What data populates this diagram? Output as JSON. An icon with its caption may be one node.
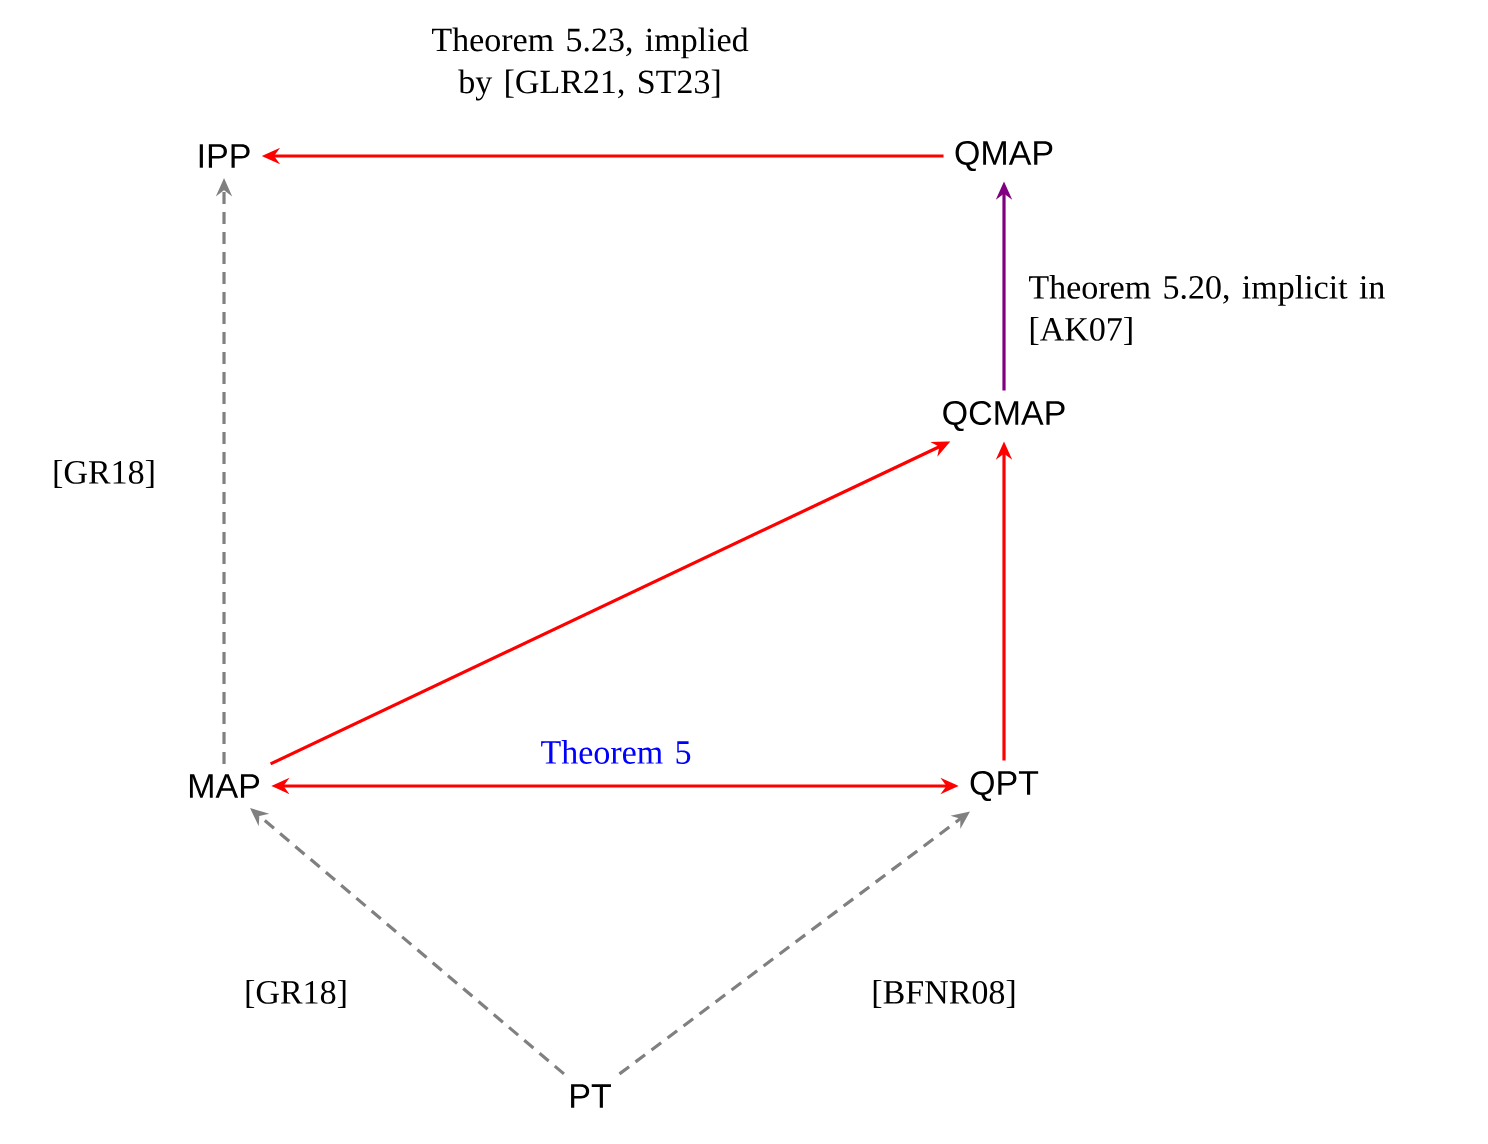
{
  "diagram": {
    "nodes": [
      {
        "text": [
          "IPP"
        ]
      },
      {
        "text": [
          "QMAP"
        ]
      },
      {
        "text": [
          "QCMAP"
        ]
      },
      {
        "text": [
          "MAP"
        ]
      },
      {
        "text": [
          "QPT"
        ]
      },
      {
        "text": [
          "PT"
        ]
      }
    ],
    "edges": [
      {
        "from": 1,
        "to": 0,
        "arrow": "to",
        "label": "Theorem 5.23, implied by [GLR21, ST23]"
      },
      {
        "from": 2,
        "to": 1,
        "arrow": "to",
        "color": "#800080",
        "label": "Theorem 5.20, implicit in [AK07]"
      },
      {
        "from": 3,
        "to": 0,
        "arrow": "to",
        "style": "dashed",
        "color": "#808080",
        "label": "[GR18]"
      },
      {
        "from": 3,
        "to": 2,
        "arrow": "to"
      },
      {
        "from": 3,
        "to": 4,
        "arrow": "both",
        "label": "Theorem 5"
      },
      {
        "from": 4,
        "to": 2,
        "arrow": "to"
      },
      {
        "from": 5,
        "to": 3,
        "arrow": "to",
        "style": "dashed",
        "color": "#808080",
        "label": "[GR18]"
      },
      {
        "from": 5,
        "to": 4,
        "arrow": "to",
        "style": "dashed",
        "color": "#808080",
        "label": "[BFNR08]"
      }
    ]
  }
}
